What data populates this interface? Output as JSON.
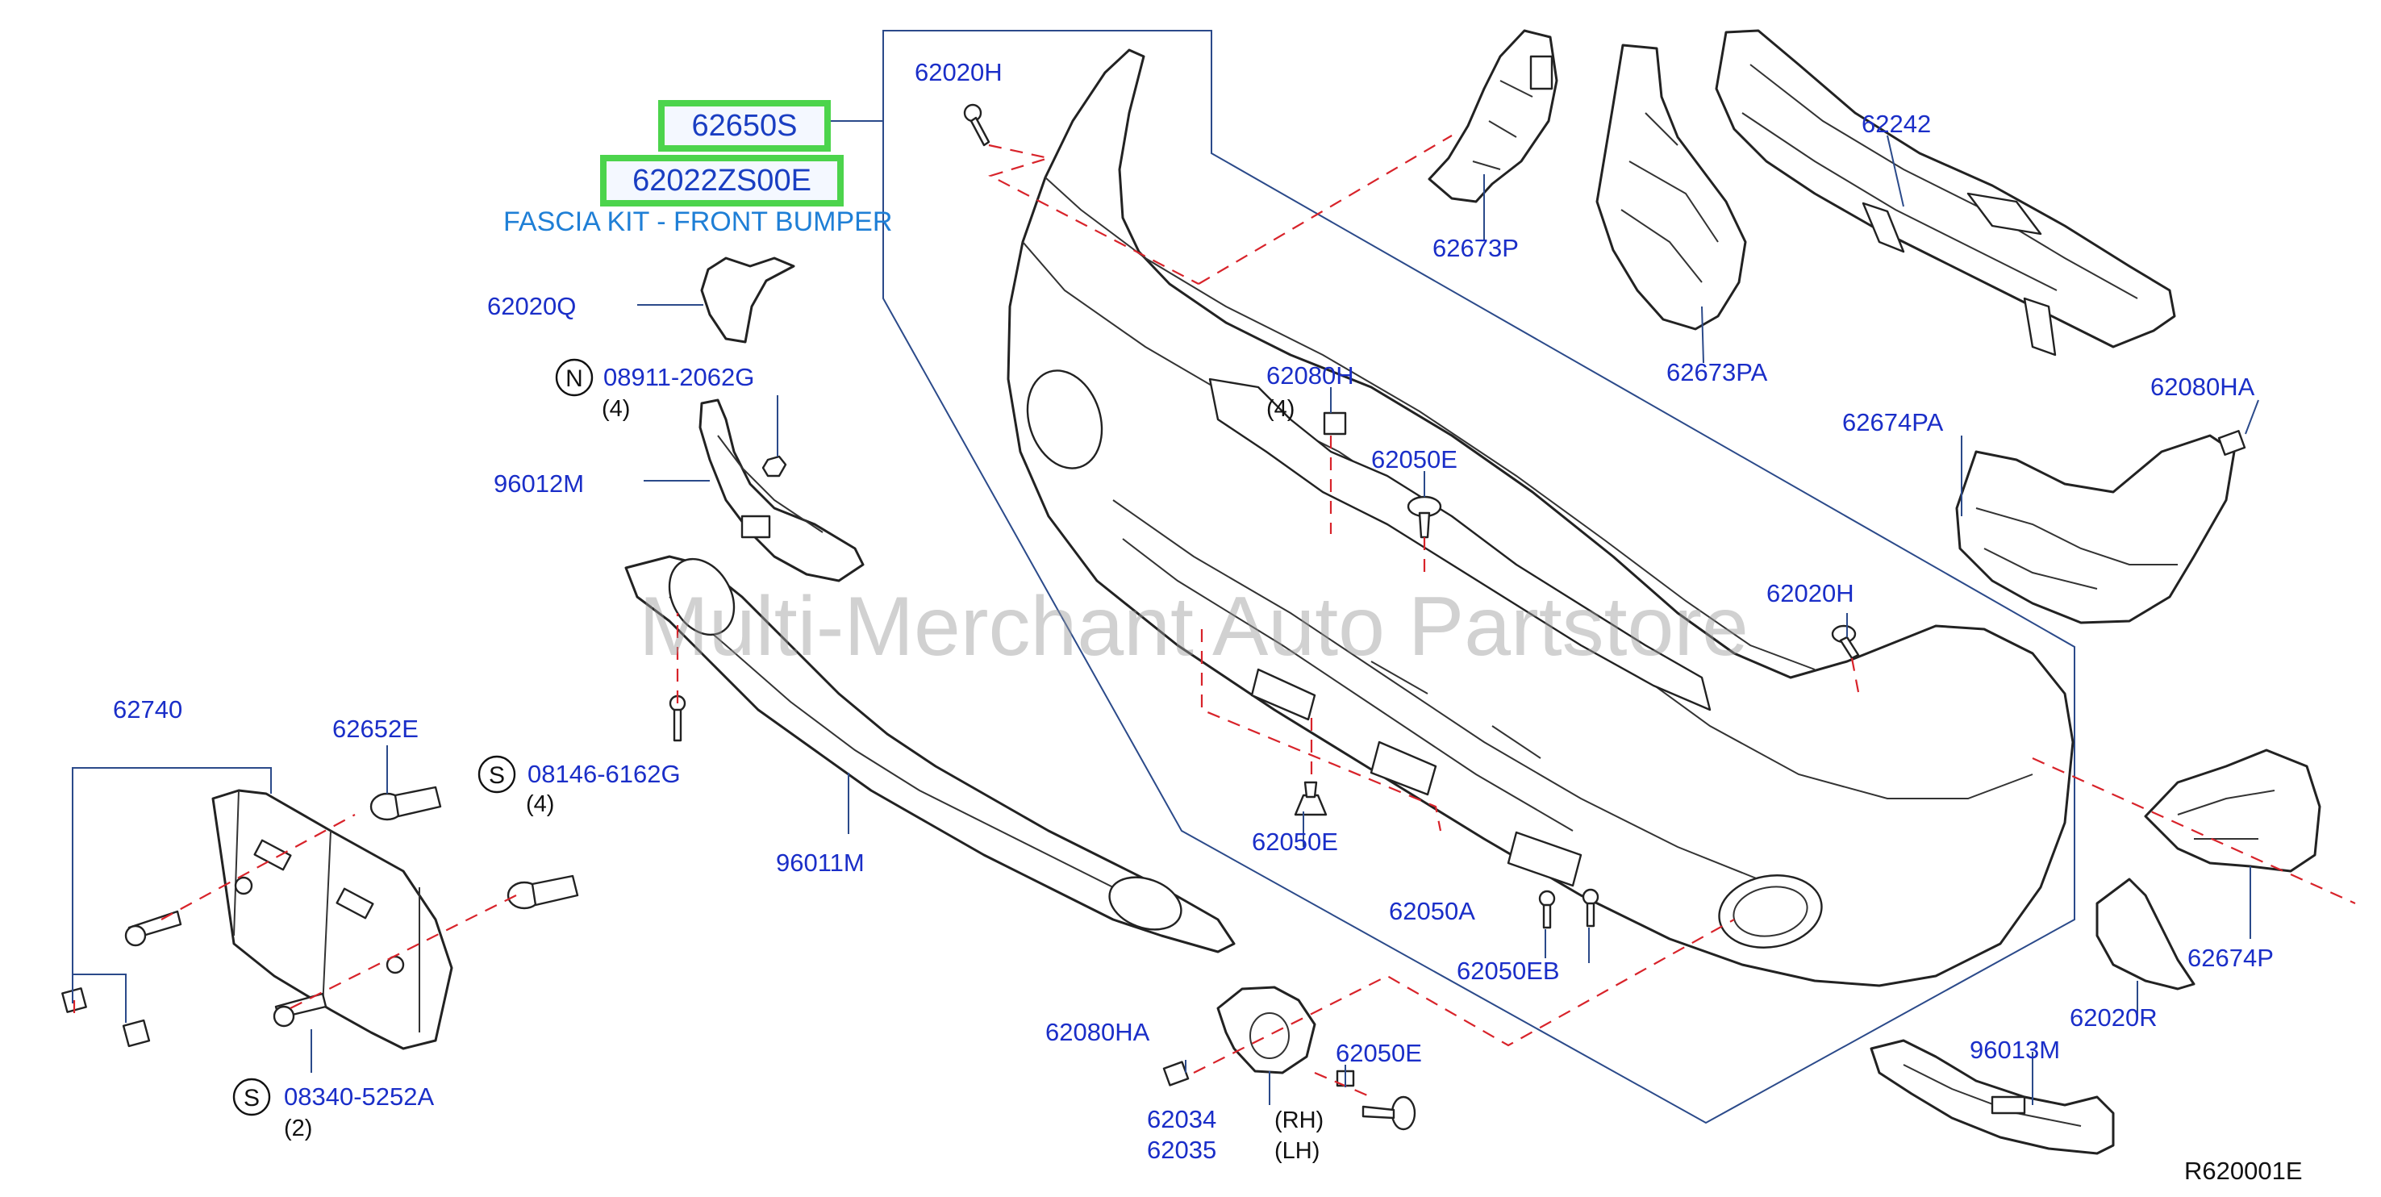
{
  "watermark": "Multi-Merchant Auto Partstore",
  "highlight": {
    "part_1": "62650S",
    "part_2": "62022ZS00E",
    "title": "FASCIA KIT - FRONT BUMPER",
    "color": "#4cd44c"
  },
  "diagram_code": "R620001E",
  "labels": {
    "p62020h_top": "62020H",
    "p62673p": "62673P",
    "p62242": "62242",
    "p62673pa": "62673PA",
    "p62020q": "62020Q",
    "p08911": "08911-2062G",
    "p08911_badge": "N",
    "p08911_qty": "(4)",
    "p96012m": "96012M",
    "p62080h": "62080H",
    "p62080h_qty": "(4)",
    "p62050e_top": "62050E",
    "p62674pa": "62674PA",
    "p62080ha_right": "62080HA",
    "p62020h_right": "62020H",
    "p62740": "62740",
    "p62652e": "62652E",
    "p08146": "08146-6162G",
    "p08146_badge": "S",
    "p08146_qty": "(4)",
    "p96011m": "96011M",
    "p62050e_mid": "62050E",
    "p62050a": "62050A",
    "p62050eb": "62050EB",
    "p62674p": "62674P",
    "p62020r": "62020R",
    "p62080ha_bottom": "62080HA",
    "p62034": "62034",
    "p62035": "62035",
    "p_rh": "(RH)",
    "p_lh": "(LH)",
    "p62050e_bottom": "62050E",
    "p96013m": "96013M",
    "p08340": "08340-5252A",
    "p08340_badge": "S",
    "p08340_qty": "(2)"
  }
}
